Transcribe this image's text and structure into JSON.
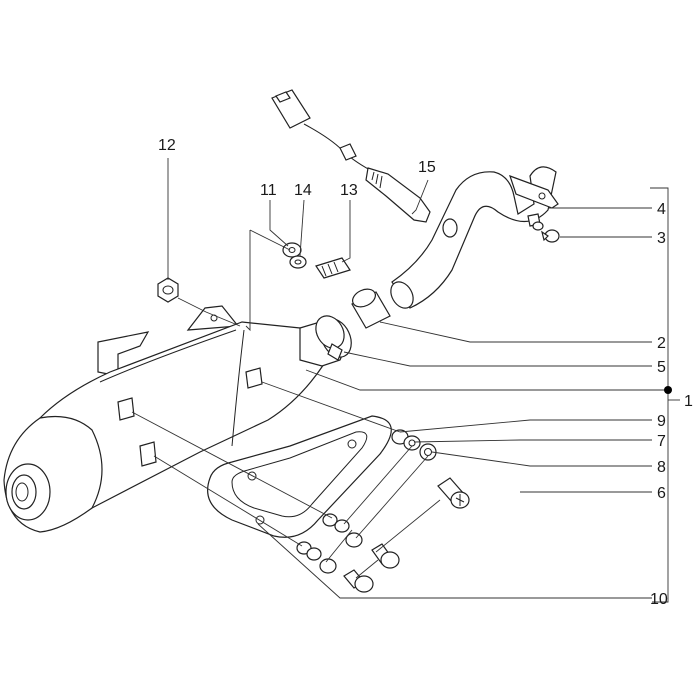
{
  "callouts": {
    "c1": "1",
    "c2": "2",
    "c3": "3",
    "c4": "4",
    "c5": "5",
    "c6": "6",
    "c7": "7",
    "c8": "8",
    "c9": "9",
    "c10": "10",
    "c11": "11",
    "c12": "12",
    "c13": "13",
    "c14": "14",
    "c15": "15"
  },
  "colors": {
    "ink": "#222222",
    "background": "#ffffff",
    "dot": "#000000"
  }
}
